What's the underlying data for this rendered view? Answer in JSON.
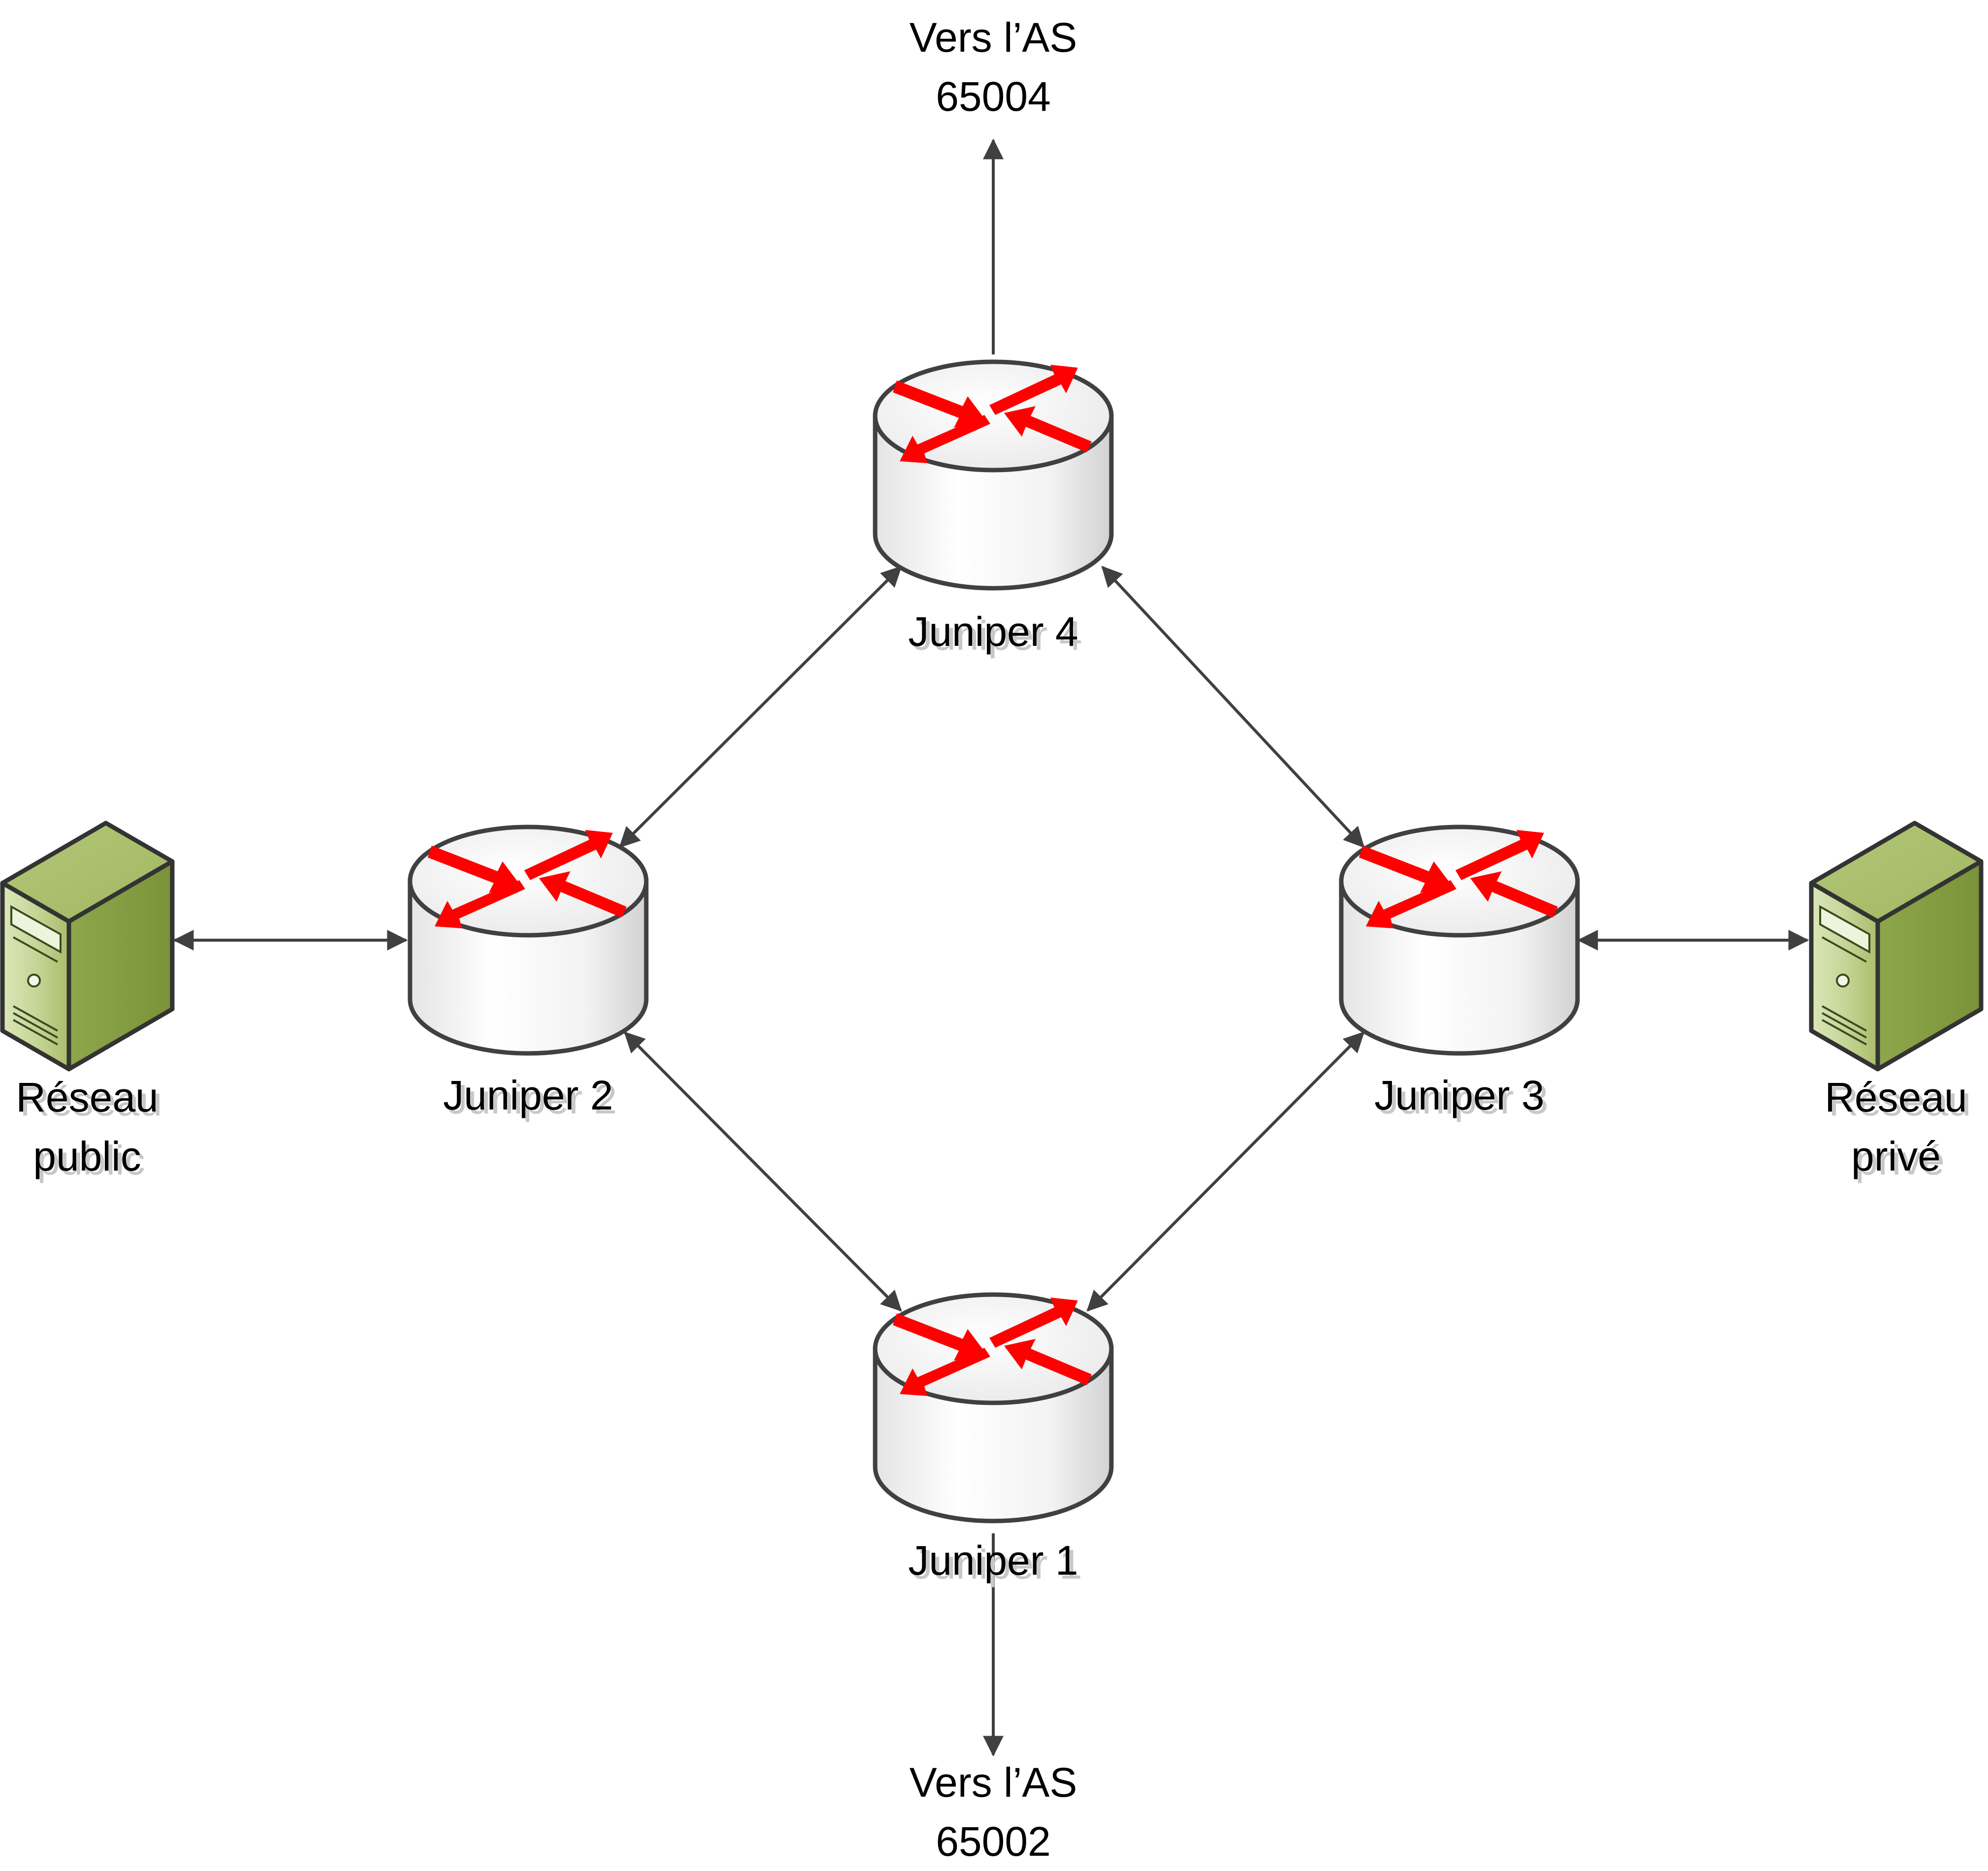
{
  "routers": [
    {
      "id": "j4",
      "label": "Juniper 4"
    },
    {
      "id": "j2",
      "label": "Juniper 2"
    },
    {
      "id": "j3",
      "label": "Juniper 3"
    },
    {
      "id": "j1",
      "label": "Juniper 1"
    }
  ],
  "servers": [
    {
      "id": "public",
      "label_line1": "Réseau",
      "label_line2": "public"
    },
    {
      "id": "private",
      "label_line1": "Réseau",
      "label_line2": "privé"
    }
  ],
  "external": {
    "top": {
      "line1": "Vers l’AS",
      "line2": "65004"
    },
    "bottom": {
      "line1": "Vers l’AS",
      "line2": "65002"
    }
  },
  "links": [
    {
      "from": "j4",
      "to": "j2",
      "direction": "both"
    },
    {
      "from": "j4",
      "to": "j3",
      "direction": "both"
    },
    {
      "from": "j2",
      "to": "j1",
      "direction": "both"
    },
    {
      "from": "j3",
      "to": "j1",
      "direction": "both"
    },
    {
      "from": "public",
      "to": "j2",
      "direction": "both"
    },
    {
      "from": "j3",
      "to": "private",
      "direction": "both"
    },
    {
      "from": "j4",
      "to": "as-65004",
      "direction": "forward"
    },
    {
      "from": "j1",
      "to": "as-65002",
      "direction": "forward"
    }
  ],
  "colors": {
    "router_body": "#f2f2f2",
    "router_outline": "#404040",
    "router_arrows": "#ff0000",
    "server_body": "#8aa547",
    "connector": "#404040"
  }
}
